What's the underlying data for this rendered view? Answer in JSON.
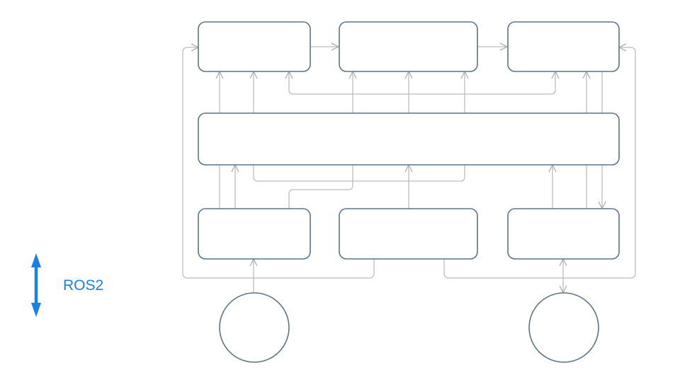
{
  "legend": {
    "label": "ROS2",
    "icon": "double-arrow-vertical-icon",
    "color": "#1a7fe8"
  },
  "diagram": {
    "box_stroke": "#5a7488",
    "wire_stroke": "#b9bcc0",
    "nodes": [
      {
        "id": "top-left-box",
        "label": ""
      },
      {
        "id": "top-center-box",
        "label": ""
      },
      {
        "id": "top-right-box",
        "label": ""
      },
      {
        "id": "middle-bar",
        "label": ""
      },
      {
        "id": "bottom-left-box",
        "label": ""
      },
      {
        "id": "bottom-center-box",
        "label": ""
      },
      {
        "id": "bottom-right-box",
        "label": ""
      },
      {
        "id": "left-circle",
        "label": ""
      },
      {
        "id": "right-circle",
        "label": ""
      }
    ]
  }
}
